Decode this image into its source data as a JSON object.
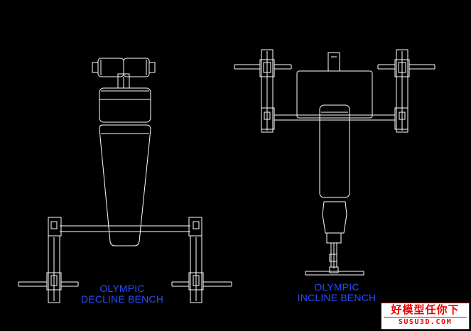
{
  "drawing": {
    "background_color": "#000000",
    "line_color": "#ffffff",
    "label_color": "#2a4cff"
  },
  "labels": {
    "decline": [
      "OLYMPIC",
      "DECLINE BENCH"
    ],
    "incline": [
      "OLYMPIC",
      "INCLINE BENCH"
    ]
  },
  "watermark": {
    "site_name": "好模型任你下",
    "site_domain": "SUSU3D.COM",
    "color": "#e00000"
  }
}
